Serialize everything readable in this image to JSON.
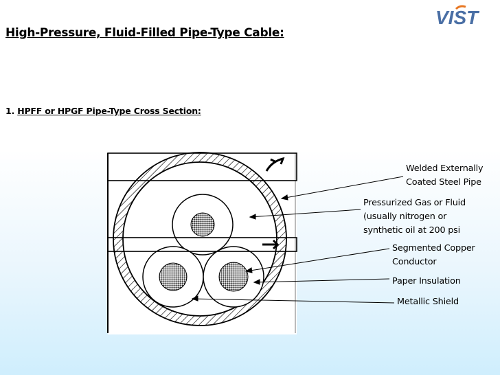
{
  "logo": {
    "text": "VIST",
    "colors": {
      "main": "#4a6fa5",
      "accent": "#e87722"
    }
  },
  "title": "High-Pressure, Fluid-Filled Pipe-Type Cable:",
  "subtitle": {
    "number": "1. ",
    "text": "HPFF or HPGF Pipe-Type Cross Section:"
  },
  "labels": {
    "pipe": [
      "Welded Externally",
      "Coated Steel Pipe"
    ],
    "fluid": [
      "Pressurized Gas or Fluid",
      "(usually nitrogen or",
      "synthetic oil at 200 psi"
    ],
    "conductor": [
      "Segmented Copper",
      "Conductor"
    ],
    "paper": [
      "Paper Insulation"
    ],
    "shield": [
      "Metallic Shield"
    ]
  }
}
